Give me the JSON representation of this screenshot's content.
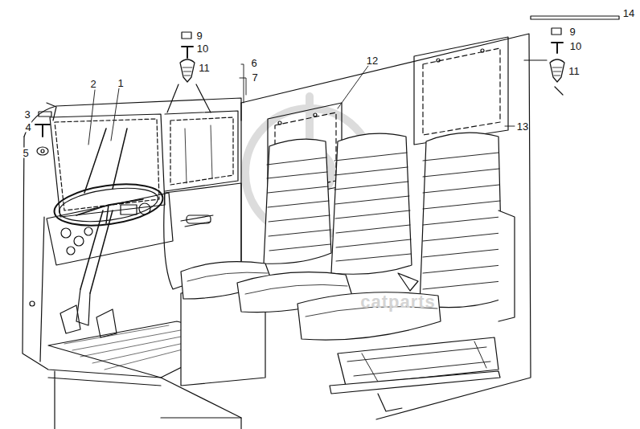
{
  "diagram": {
    "labels": [
      "3",
      "4",
      "5",
      "2",
      "1",
      "9",
      "10",
      "11",
      "6",
      "7",
      "12",
      "9",
      "10",
      "11",
      "14",
      "13",
      "catparts"
    ]
  }
}
